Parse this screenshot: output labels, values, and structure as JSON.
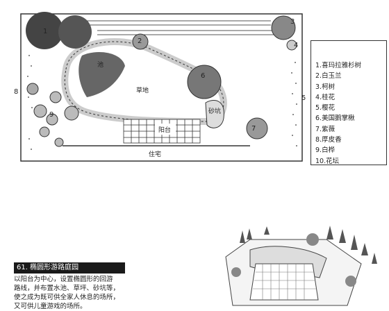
{
  "plan": {
    "labels": {
      "lawn": "草地",
      "pond": "池",
      "balcony": "阳台",
      "sandpit": "砂坑",
      "residence": "住宅"
    },
    "markers": [
      "1",
      "2",
      "3",
      "4",
      "5",
      "6",
      "7",
      "8",
      "9"
    ]
  },
  "legend": {
    "items": [
      "1.喜玛拉雅杉树",
      "2.白玉兰",
      "3.柯树",
      "4.桂花",
      "5.樱花",
      "6.美国鹅掌楸",
      "7.紫薇",
      "8.厚皮香",
      "9.白桦",
      "10.花坛"
    ]
  },
  "caption": {
    "title": "61. 椭圆形游路庭园",
    "lines": [
      "以阳台为中心，设置椭圆形的回游",
      "路线，并布置水池、草坪、砂坑等，",
      "使之成为既可供全家人休息的场所，",
      "又可供儿童游戏的场所。"
    ]
  }
}
